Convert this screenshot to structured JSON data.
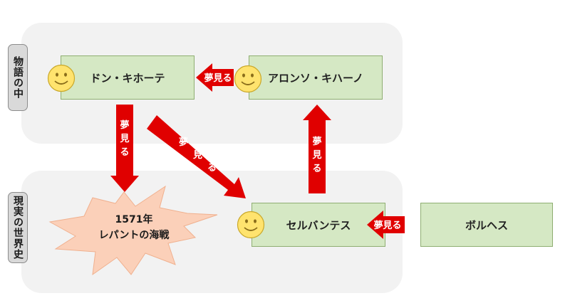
{
  "regions": {
    "story_label": "物語の中",
    "real_label": "現実の世界史"
  },
  "nodes": {
    "don_quixote": "ドン・キホーテ",
    "alonso": "アロンソ・キハーノ",
    "cervantes": "セルバンテス",
    "borges": "ボルヘス"
  },
  "event": {
    "line1": "1571年",
    "line2": "レパントの海戦"
  },
  "arrows": {
    "alonso_to_don": "夢見る",
    "don_to_battle": "夢見る",
    "don_to_cervantes": "夢見る",
    "cervantes_to_alonso": "夢見る",
    "borges_to_cervantes": "夢見る"
  },
  "colors": {
    "region_bg": "#f2f2f2",
    "node_fill": "#d5e8c4",
    "arrow_red": "#e00000",
    "burst_fill": "#fbd0b9",
    "face_fill": "#ffe36e"
  },
  "icons": {
    "face": "smiley-face-icon"
  }
}
